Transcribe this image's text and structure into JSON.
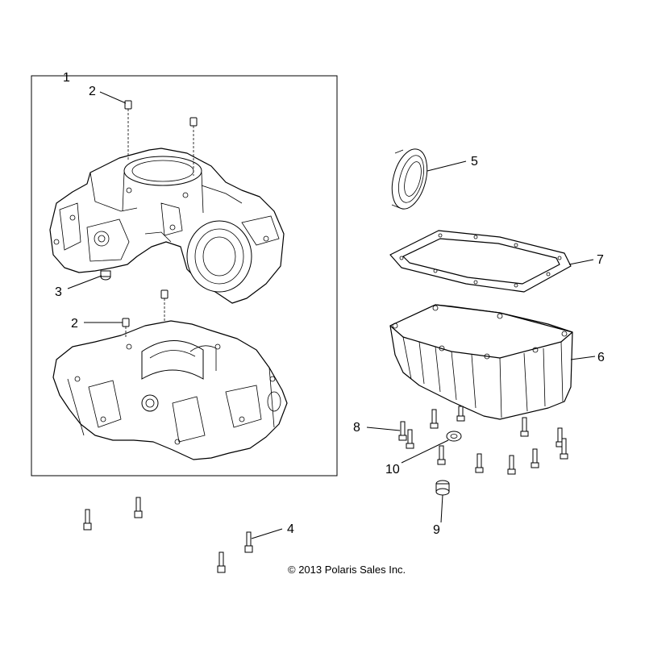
{
  "diagram": {
    "callouts": {
      "c1": "1",
      "c2a": "2",
      "c2b": "2",
      "c3": "3",
      "c4": "4",
      "c5": "5",
      "c6": "6",
      "c7": "7",
      "c8": "8",
      "c9": "9",
      "c10": "10"
    },
    "copyright": "© 2013 Polaris Sales Inc."
  }
}
